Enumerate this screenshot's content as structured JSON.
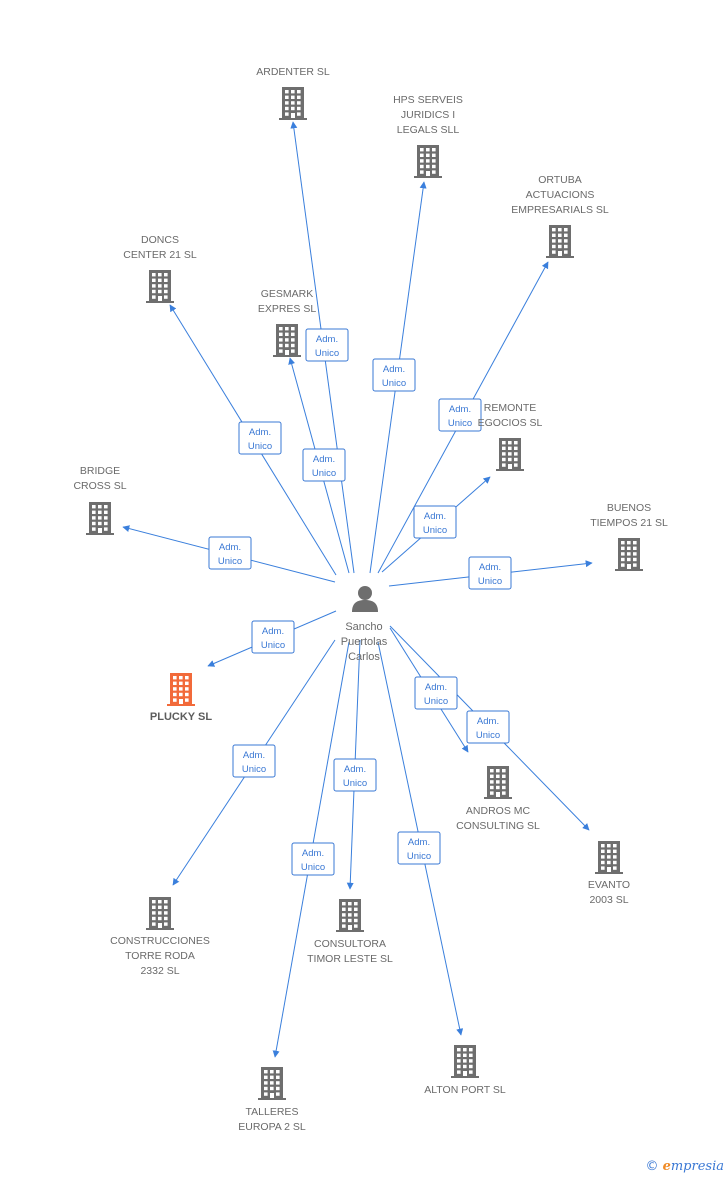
{
  "person": {
    "name_lines": [
      "Sancho",
      "Puertolas",
      "Carlos"
    ]
  },
  "role_label_lines": [
    "Adm.",
    "Unico"
  ],
  "companies": [
    {
      "id": "ardenter",
      "label_lines": [
        "ARDENTER SL"
      ],
      "highlight": false,
      "has_edge": true
    },
    {
      "id": "hps",
      "label_lines": [
        "HPS SERVEIS",
        "JURIDICS I",
        "LEGALS SLL"
      ],
      "highlight": false,
      "has_edge": true
    },
    {
      "id": "ortuba",
      "label_lines": [
        "ORTUBA",
        "ACTUACIONS",
        "EMPRESARIALS SL"
      ],
      "highlight": false,
      "has_edge": true
    },
    {
      "id": "doncs",
      "label_lines": [
        "DONCS",
        "CENTER 21 SL"
      ],
      "highlight": false,
      "has_edge": true
    },
    {
      "id": "gesmark",
      "label_lines": [
        "GESMARK",
        "EXPRES SL"
      ],
      "highlight": false,
      "has_edge": true
    },
    {
      "id": "remonte",
      "label_lines": [
        "REMONTE",
        "EGOCIOS SL"
      ],
      "highlight": false,
      "has_edge": true
    },
    {
      "id": "bridge",
      "label_lines": [
        "BRIDGE",
        "CROSS SL"
      ],
      "highlight": false,
      "has_edge": true
    },
    {
      "id": "buenos",
      "label_lines": [
        "BUENOS",
        "TIEMPOS 21 SL"
      ],
      "highlight": false,
      "has_edge": true
    },
    {
      "id": "plucky",
      "label_lines": [
        "PLUCKY SL"
      ],
      "highlight": true,
      "has_edge": true
    },
    {
      "id": "andros",
      "label_lines": [
        "ANDROS MC",
        "CONSULTING SL"
      ],
      "highlight": false,
      "has_edge": true
    },
    {
      "id": "evanto",
      "label_lines": [
        "EVANTO",
        "2003 SL"
      ],
      "highlight": false,
      "has_edge": true
    },
    {
      "id": "construcciones",
      "label_lines": [
        "CONSTRUCCIONES",
        "TORRE RODA",
        "2332 SL"
      ],
      "highlight": false,
      "has_edge": true
    },
    {
      "id": "consultora",
      "label_lines": [
        "CONSULTORA",
        "TIMOR LESTE SL"
      ],
      "highlight": false,
      "has_edge": true
    },
    {
      "id": "talleres",
      "label_lines": [
        "TALLERES",
        "EUROPA 2 SL"
      ],
      "highlight": false,
      "has_edge": true
    },
    {
      "id": "alton",
      "label_lines": [
        "ALTON PORT SL"
      ],
      "highlight": false,
      "has_edge": true
    }
  ],
  "colors": {
    "edge": "#3a7fdc",
    "building": "#6e6e6e",
    "building_highlight": "#f26a3a",
    "person_icon": "#6e6e6e",
    "role_text": "#3a78d4"
  },
  "footer": {
    "copyright": "©",
    "brand_first": "e",
    "brand_rest": "mpresia"
  }
}
